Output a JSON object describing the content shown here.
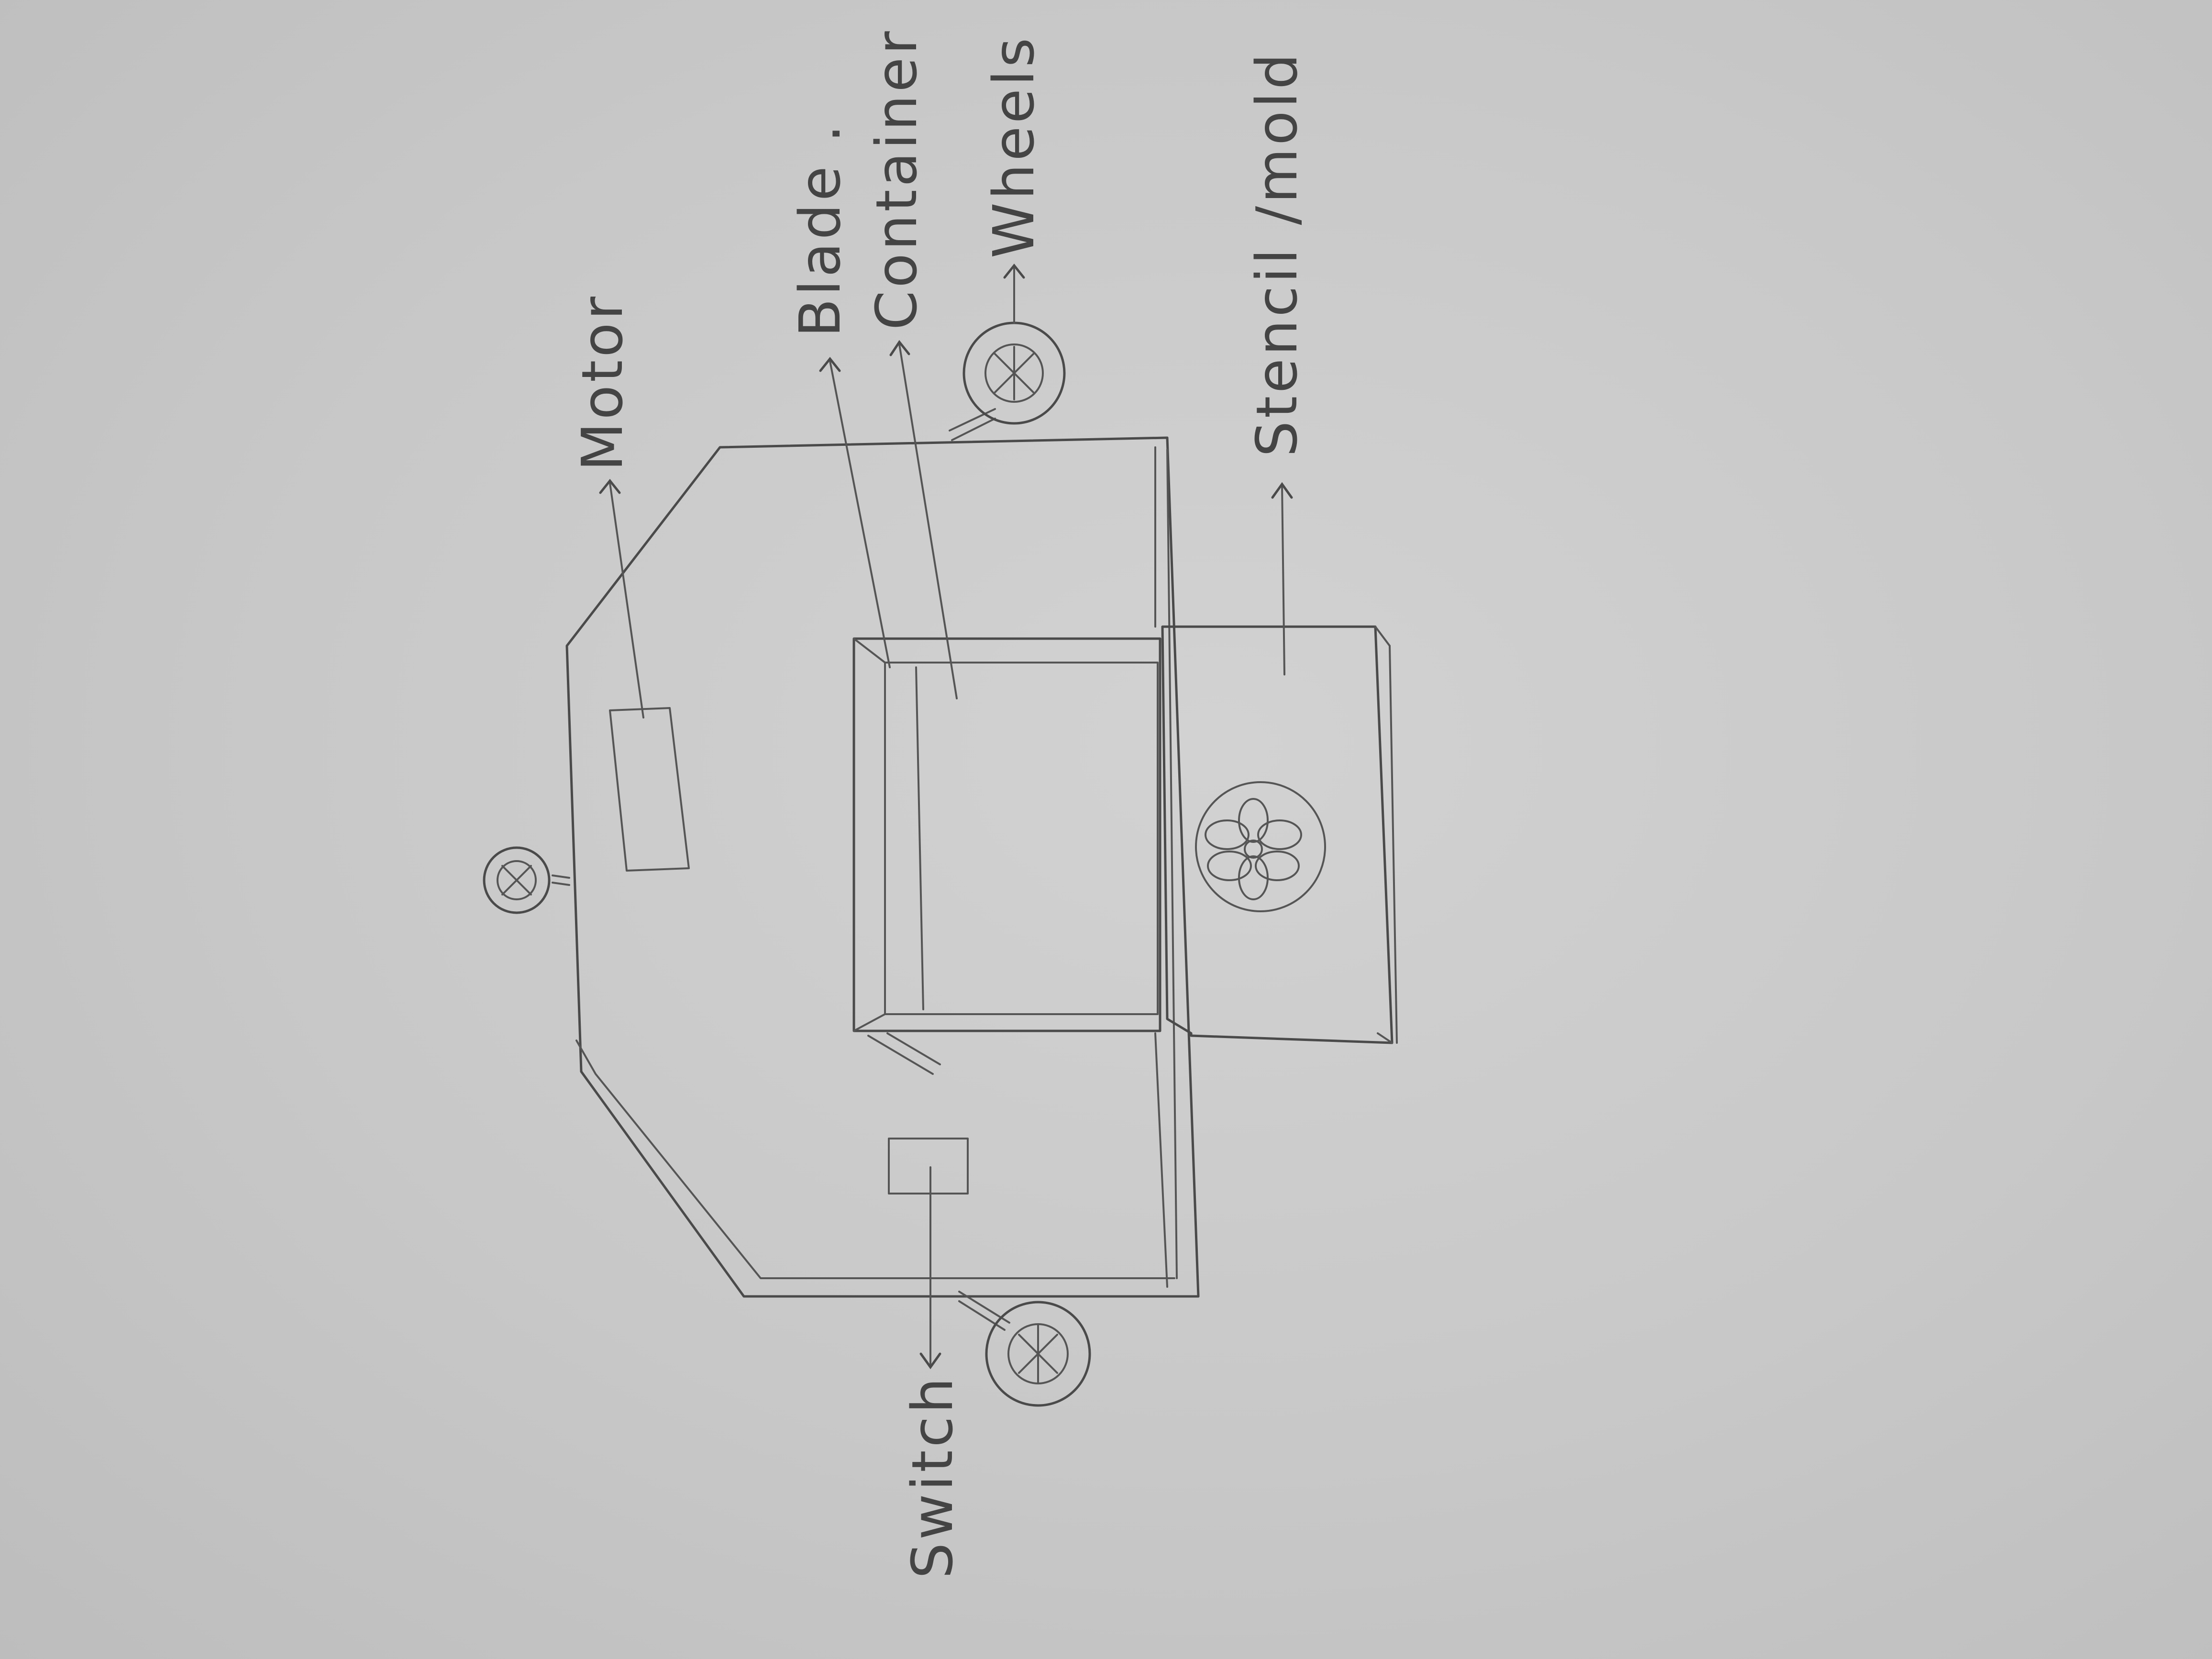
{
  "labels": {
    "motor": "Motor",
    "blade": "Blade .",
    "container": "Container",
    "wheels": "Wheels",
    "stencil": "Stencil /mold",
    "switch": "Switch"
  },
  "colors": {
    "paper": "#c9c9c9",
    "pencil": "#4a4a4a"
  }
}
